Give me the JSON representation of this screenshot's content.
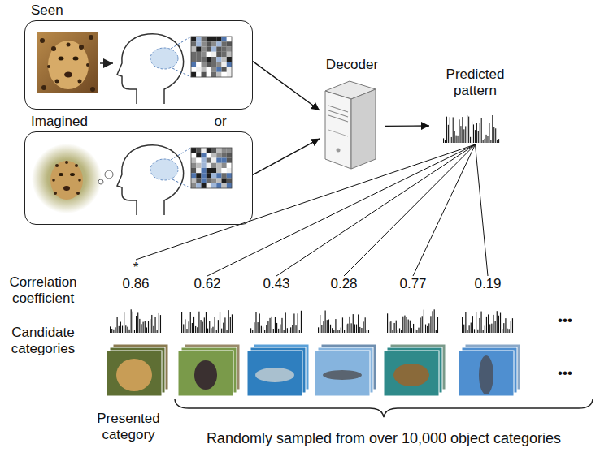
{
  "diagram": {
    "nodes": [
      {
        "text": [
          "Seen"
        ]
      },
      {
        "text": [
          "Imagined"
        ]
      },
      {
        "text": [
          "Decoder"
        ]
      },
      {
        "text": [
          "Predicted pattern"
        ]
      },
      {
        "text": [
          "*",
          "0.86"
        ]
      },
      {
        "text": [
          "0.62"
        ]
      },
      {
        "text": [
          "0.43"
        ]
      },
      {
        "text": [
          "0.28"
        ]
      },
      {
        "text": [
          "0.77"
        ]
      },
      {
        "text": [
          "0.19"
        ]
      }
    ],
    "edges": [
      {
        "from": 0,
        "to": 2,
        "arrow": "to"
      },
      {
        "from": 1,
        "to": 2,
        "arrow": "to"
      },
      {
        "from": 2,
        "to": 3,
        "arrow": "to"
      },
      {
        "from": 3,
        "to": 4,
        "arrow": "none"
      },
      {
        "from": 3,
        "to": 5,
        "arrow": "none"
      },
      {
        "from": 3,
        "to": 6,
        "arrow": "none"
      },
      {
        "from": 3,
        "to": 7,
        "arrow": "none"
      },
      {
        "from": 3,
        "to": 8,
        "arrow": "none"
      },
      {
        "from": 3,
        "to": 9,
        "arrow": "none"
      }
    ],
    "labels": [
      "or",
      "Correlation coefficient",
      "Candidate categories",
      "Presented category",
      "Randomly sampled from over 10,000 object categories",
      "•••",
      "•••"
    ]
  }
}
